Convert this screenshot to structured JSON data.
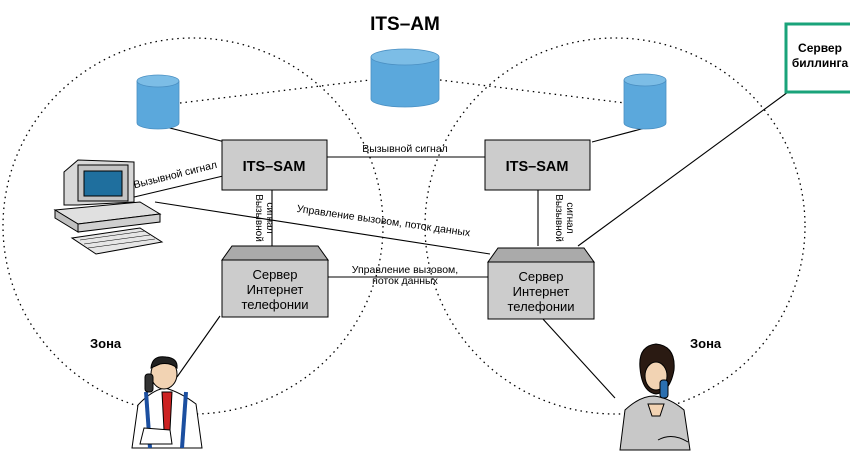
{
  "title": "ITS–AM",
  "nodes": {
    "its_sam_left": "ITS–SAM",
    "its_sam_right": "ITS–SAM",
    "server_left": [
      "Сервер",
      "Интернет",
      "телефонии"
    ],
    "server_right": [
      "Сервер",
      "Интернет",
      "телефонии"
    ],
    "billing": [
      "Сервер",
      "биллинга"
    ]
  },
  "zones": {
    "left": "Зона",
    "right": "Зона"
  },
  "edge_labels": {
    "sam_to_sam": "Вызывной сигнал",
    "pc_to_sam": "Вызывной сигнал",
    "sam_left_vertical": [
      "Вызывной",
      "сигнал"
    ],
    "sam_right_vertical": [
      "Вызывной",
      "сигнал"
    ],
    "pc_to_server_right": "Управление вызовом, поток данных",
    "server_to_server": [
      "Управление вызовом,",
      "поток данных"
    ]
  },
  "colors": {
    "database": "#5ba8dc",
    "database_dark": "#4a8fc2",
    "box_fill": "#cccccc",
    "billing_border": "#1aa37a"
  }
}
